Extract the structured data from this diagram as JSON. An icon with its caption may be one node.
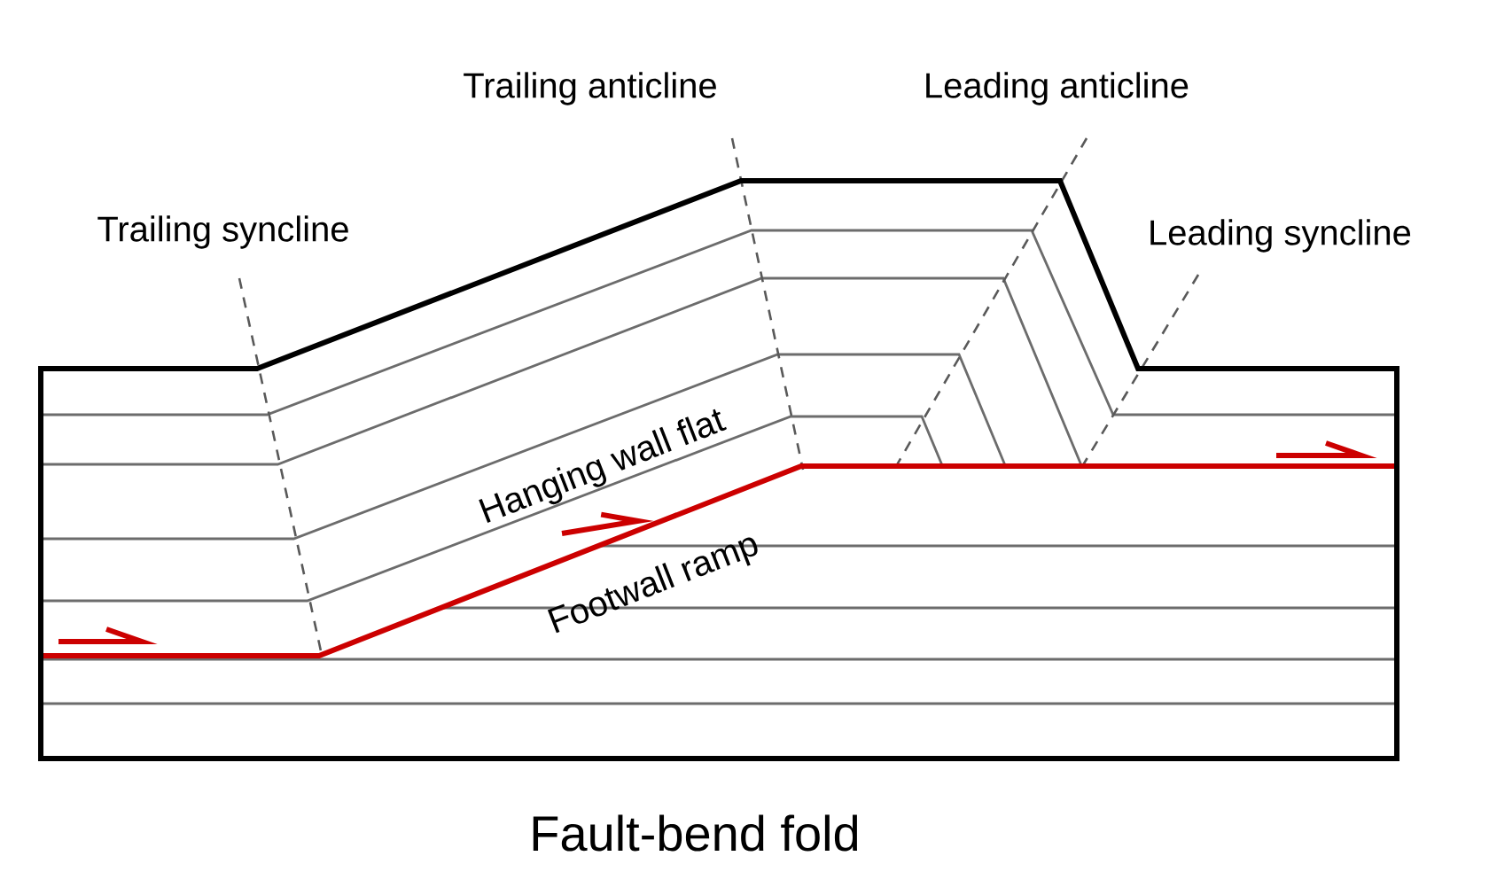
{
  "diagram": {
    "title": "Fault-bend fold",
    "labels": [
      "Trailing anticline",
      "Leading anticline",
      "Trailing syncline",
      "Leading syncline",
      "Hanging wall flat",
      "Footwall ramp"
    ]
  }
}
